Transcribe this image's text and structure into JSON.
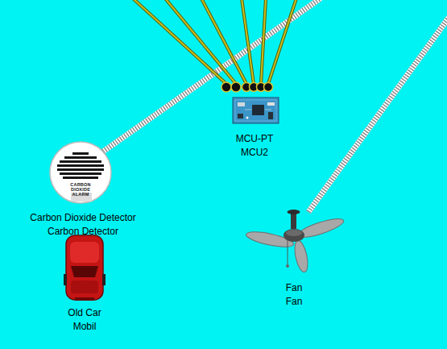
{
  "diagram": {
    "nodes": [
      {
        "text": [
          "MCU-PT",
          "MCU2"
        ]
      },
      {
        "text": [
          "Carbon Dioxide Detector",
          "Carbon Detector"
        ]
      },
      {
        "text": [
          "Fan",
          "Fan"
        ]
      },
      {
        "text": [
          "Old Car",
          "Mobil"
        ]
      }
    ],
    "labels": [
      "CARBON DIOXIDE ALARM"
    ]
  }
}
